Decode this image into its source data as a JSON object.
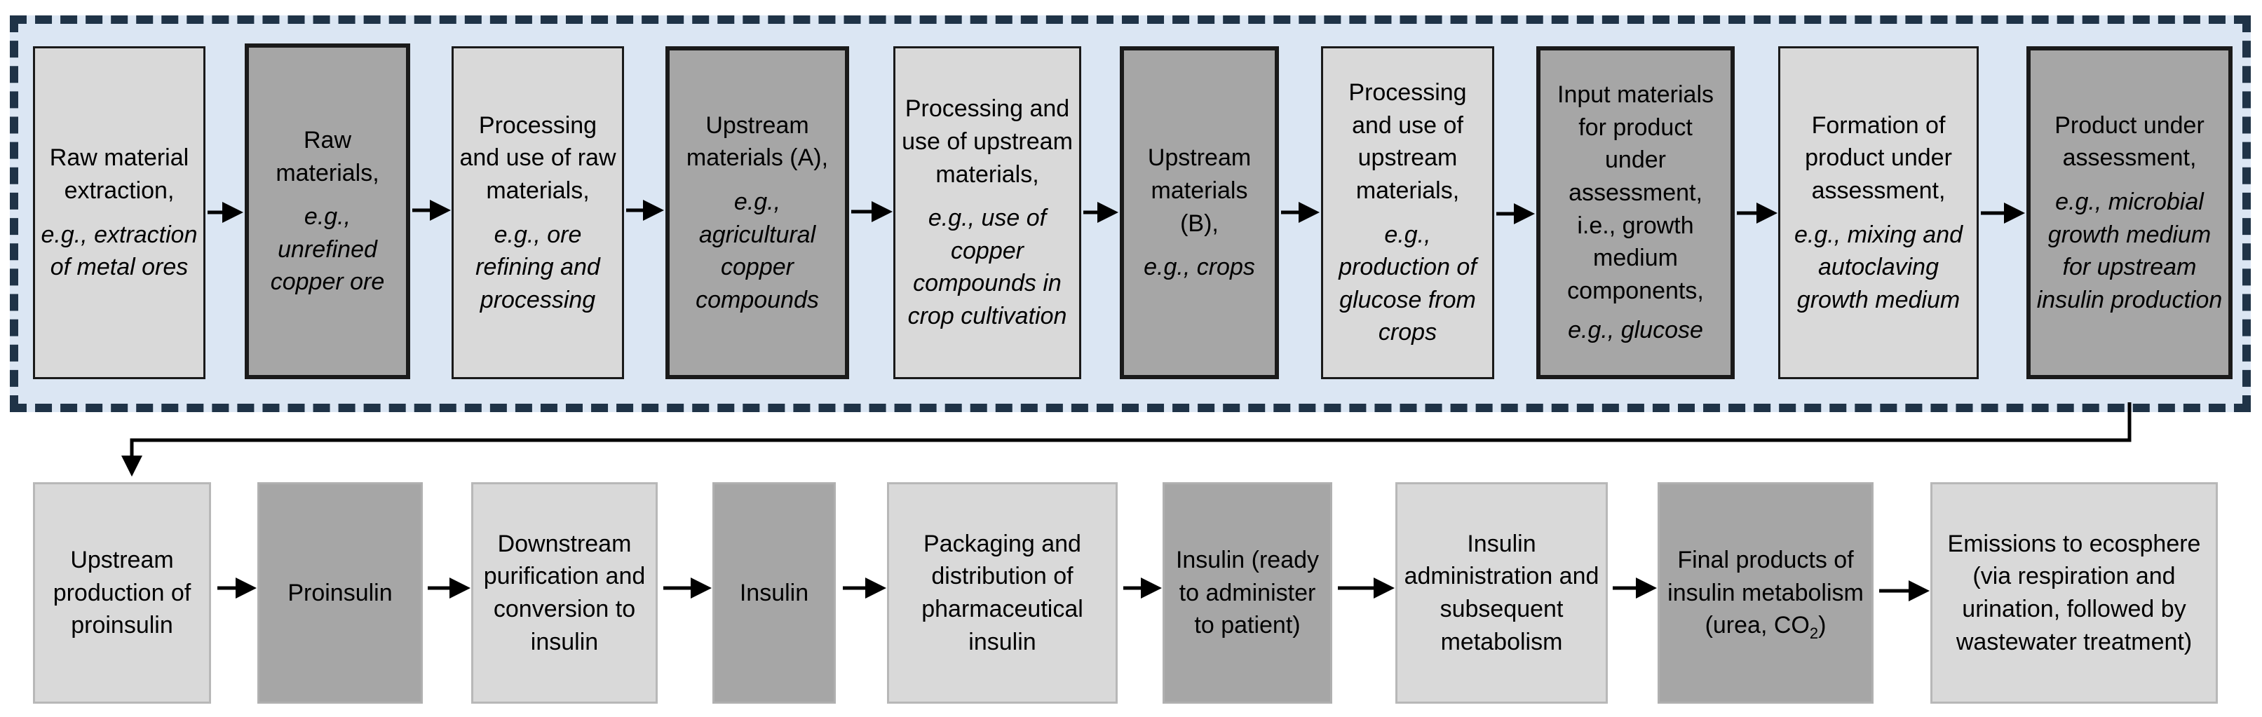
{
  "top_row": [
    {
      "text": "Raw material extraction,",
      "example": "e.g., extraction of metal ores",
      "tone": "light"
    },
    {
      "text": "Raw materials,",
      "example": "e.g., unrefined copper ore",
      "tone": "dark"
    },
    {
      "text": "Processing and use of raw materials,",
      "example": "e.g., ore refining and processing",
      "tone": "light"
    },
    {
      "text": "Upstream materials (A),",
      "example": "e.g., agricultural copper compounds",
      "tone": "dark"
    },
    {
      "text": "Processing and use of upstream materials,",
      "example": "e.g., use of copper compounds in crop cultivation",
      "tone": "light"
    },
    {
      "text": "Upstream materials (B),",
      "example": "e.g., crops",
      "tone": "dark"
    },
    {
      "text": "Processing and use of upstream materials,",
      "example": "e.g., production of glucose from crops",
      "tone": "light"
    },
    {
      "text": "Input materials for product under assessment, i.e., growth medium components,",
      "example": "e.g., glucose",
      "tone": "dark"
    },
    {
      "text": "Formation of product under assessment,",
      "example": "e.g., mixing and autoclaving growth medium",
      "tone": "light"
    },
    {
      "text": "Product under assessment,",
      "example": "e.g., microbial growth medium for upstream insulin production",
      "tone": "dark"
    }
  ],
  "bottom_row": [
    {
      "text": "Upstream production of proinsulin",
      "tone": "light"
    },
    {
      "text": "Proinsulin",
      "tone": "dark"
    },
    {
      "text": "Downstream purification and conversion to insulin",
      "tone": "light"
    },
    {
      "text": "Insulin",
      "tone": "dark"
    },
    {
      "text": "Packaging and distribution of pharmaceutical insulin",
      "tone": "light"
    },
    {
      "text": "Insulin (ready to administer to patient)",
      "tone": "dark"
    },
    {
      "text": "Insulin administration and subsequent metabolism",
      "tone": "light"
    },
    {
      "text": "Final products of insulin metabolism",
      "text2_pre": "(urea, CO",
      "text2_sub": "2",
      "text2_post": ")",
      "tone": "dark"
    },
    {
      "text": "Emissions to ecosphere (via respiration and urination, followed by wastewater treatment)",
      "tone": "light"
    }
  ]
}
